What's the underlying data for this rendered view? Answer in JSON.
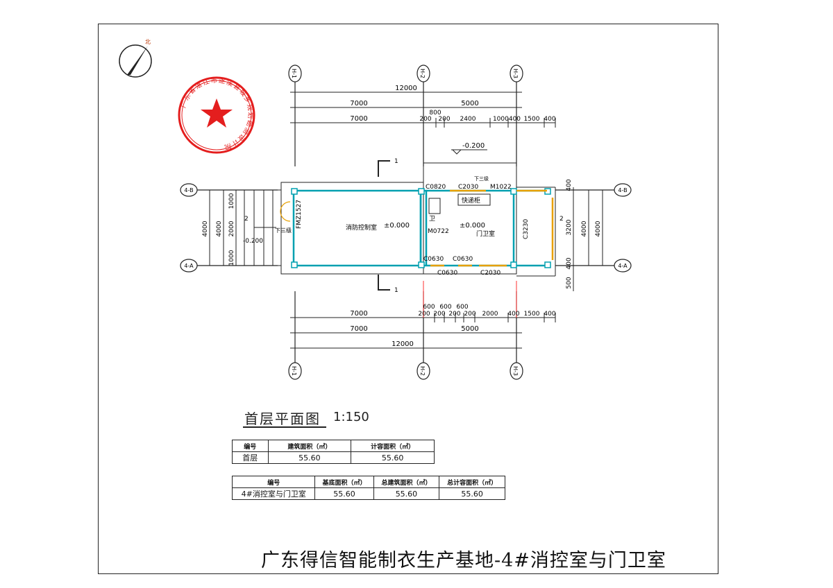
{
  "stamp_text": "广东省湛江市遂溪县城乡规划勘测设计院",
  "north_label": "北",
  "axes": {
    "h1": "H-1",
    "h2": "H-2",
    "h3": "H-3",
    "r_b": "4-B",
    "r_a": "4-A"
  },
  "dims": {
    "total": "12000",
    "seg_7000": "7000",
    "seg_5000": "5000",
    "d800": "800",
    "d200": "200",
    "d2400": "2400",
    "d1000": "1000",
    "d400": "400",
    "d1500": "1500",
    "d600": "600",
    "d2000": "2000",
    "d4000": "4000",
    "d3200": "3200",
    "d500": "500",
    "d1000400": "1000400",
    "d1527": "FMZ1527"
  },
  "levels": {
    "minus200": "-0.200",
    "zero": "±0.000"
  },
  "labels": {
    "stair_down": "下三级",
    "fire_control_room": "消防控制室",
    "guard_room": "门卫室",
    "courier_cabinet": "快递柜",
    "toilet": "卫",
    "section_1": "1",
    "section_2": "2"
  },
  "openings": {
    "c0820": "C0820",
    "c2030": "C2030",
    "m1022": "M1022",
    "m0722": "M0722",
    "c3230": "C3230",
    "c0630": "C0630"
  },
  "drawing_title": "首层平面图",
  "drawing_scale": "1:150",
  "table1": {
    "headers": [
      "编号",
      "建筑面积（㎡）",
      "计容面积（㎡）"
    ],
    "rows": [
      [
        "首层",
        "55.60",
        "55.60"
      ]
    ]
  },
  "table2": {
    "headers": [
      "编号",
      "基底面积（㎡）",
      "总建筑面积（㎡）",
      "总计容面积（㎡）"
    ],
    "rows": [
      [
        "4#消控室与门卫室",
        "55.60",
        "55.60",
        "55.60"
      ]
    ]
  },
  "project_title": "广东得信智能制衣生产基地-4#消控室与门卫室",
  "colors": {
    "wall": "#00a0b0",
    "window": "#e8a000",
    "stamp": "#e41e1e",
    "axis_red": "#ff3030",
    "line": "#222222"
  }
}
